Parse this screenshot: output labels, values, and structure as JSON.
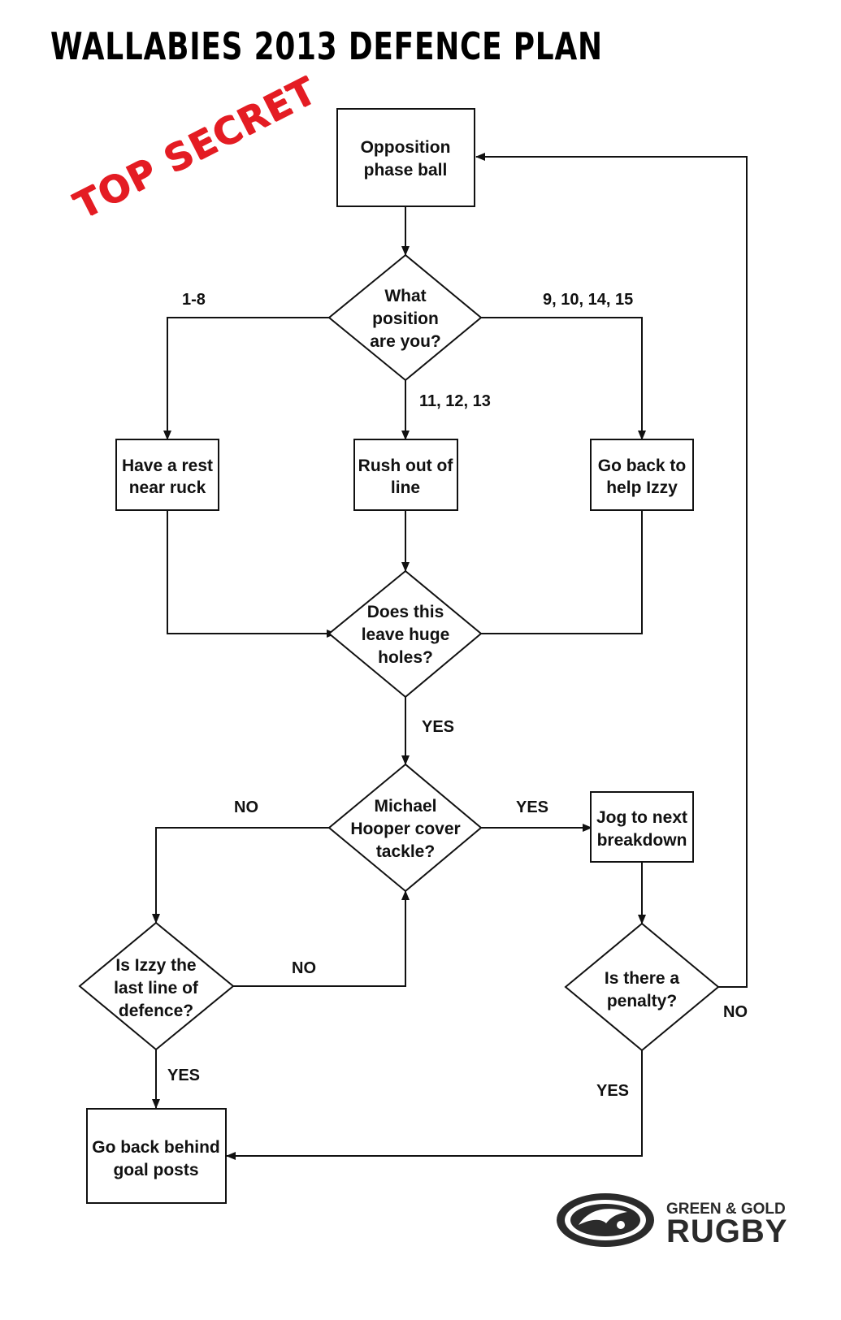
{
  "title": "WALLABIES 2013 DEFENCE PLAN",
  "stamp": "TOP SECRET",
  "nodes": {
    "opposition": [
      "Opposition",
      "phase ball"
    ],
    "position": [
      "What",
      "position",
      "are you?"
    ],
    "rest": [
      "Have a rest",
      "near ruck"
    ],
    "rush": [
      "Rush out of",
      "line"
    ],
    "goback": [
      "Go back to",
      "help Izzy"
    ],
    "holes": [
      "Does this",
      "leave huge",
      "holes?"
    ],
    "hooper": [
      "Michael",
      "Hooper cover",
      "tackle?"
    ],
    "jog": [
      "Jog to next",
      "breakdown"
    ],
    "izzy": [
      "Is Izzy the",
      "last line of",
      "defence?"
    ],
    "penalty": [
      "Is there a",
      "penalty?"
    ],
    "goalposts": [
      "Go back behind",
      "goal posts"
    ]
  },
  "edge_labels": {
    "forwards": "1-8",
    "outside_backs": "9, 10, 14, 15",
    "centres": "11, 12, 13",
    "holes_yes": "YES",
    "hooper_no": "NO",
    "hooper_yes": "YES",
    "izzy_no": "NO",
    "izzy_yes": "YES",
    "penalty_no": "NO",
    "penalty_yes": "YES"
  },
  "logo": {
    "line1": "GREEN & GOLD",
    "line2": "RUGBY"
  },
  "colors": {
    "stamp": "#e41c23",
    "ink": "#111111"
  }
}
